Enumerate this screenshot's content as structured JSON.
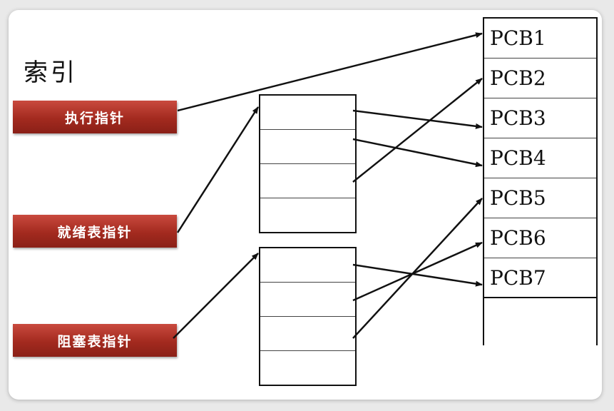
{
  "title": "索引",
  "pointers": {
    "running": "执行指针",
    "ready": "就绪表指针",
    "blocked": "阻塞表指针"
  },
  "pcbs": [
    "PCB1",
    "PCB2",
    "PCB3",
    "PCB4",
    "PCB5",
    "PCB6",
    "PCB7"
  ]
}
